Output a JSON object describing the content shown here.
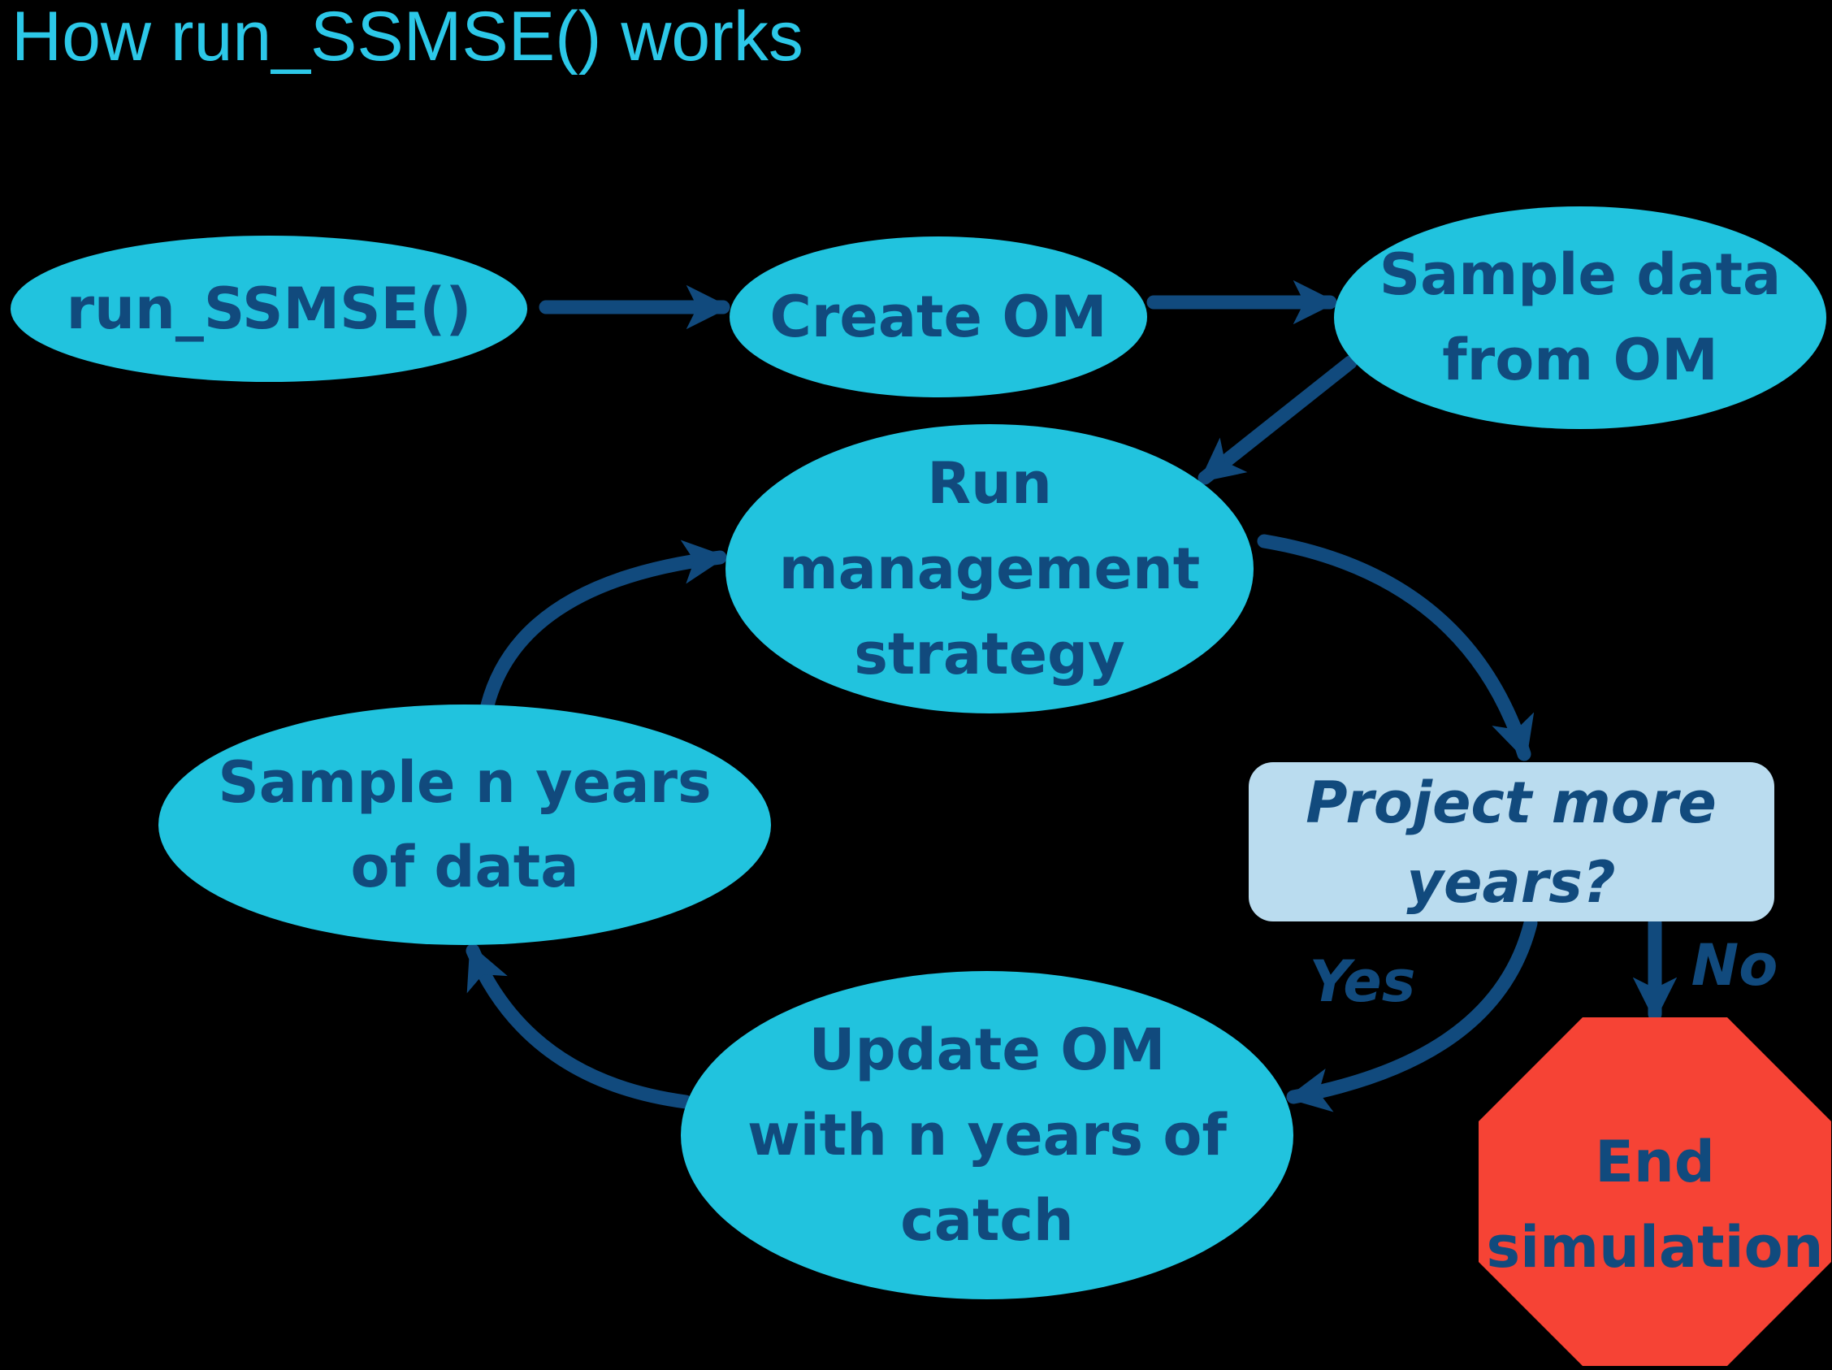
{
  "title": {
    "text": "How run_SSMSE() works"
  },
  "colors": {
    "background": "#000000",
    "title": "#2CC8E8",
    "node_fill": "#21C3DE",
    "node_text": "#114A7D",
    "arrow": "#114A7D",
    "decision_fill": "#BADCEF",
    "stop_fill": "#F64335"
  },
  "nodes": {
    "run_ssmse": {
      "label": "run_SSMSE()"
    },
    "create_om": {
      "label": "Create OM"
    },
    "sample_data_om": {
      "lines": [
        "Sample data",
        "from OM"
      ]
    },
    "run_mgmt": {
      "lines": [
        "Run",
        "management",
        "strategy"
      ]
    },
    "project_more": {
      "lines": [
        "Project more",
        "years?"
      ]
    },
    "sample_n_years": {
      "lines": [
        "Sample n years",
        "of data"
      ]
    },
    "update_om": {
      "lines": [
        "Update OM",
        "with n years of",
        "catch"
      ]
    },
    "end_sim": {
      "lines": [
        "End",
        "simulation"
      ]
    }
  },
  "edge_labels": {
    "yes": "Yes",
    "no": "No"
  }
}
